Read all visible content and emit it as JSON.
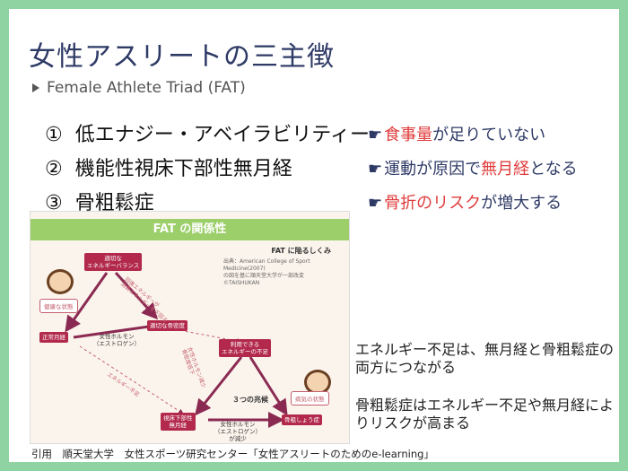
{
  "title": "女性アスリートの三主徴",
  "subtitle": "Female Athlete Triad (FAT)",
  "items": [
    {
      "num": "①",
      "text": "低エナジー・アベイラビリティー"
    },
    {
      "num": "②",
      "text": "機能性視床下部性無月経"
    },
    {
      "num": "③",
      "text": "骨粗鬆症"
    }
  ],
  "notes": [
    {
      "hand": "☛",
      "red": "食事量",
      "rest": "が足りていない"
    },
    {
      "hand": "☛",
      "pre": "運動が原因で",
      "red": "無月経",
      "rest": "となる"
    },
    {
      "hand": "☛",
      "red": "骨折のリスク",
      "rest": "が増大する"
    }
  ],
  "figure": {
    "header": "FAT の関係性",
    "subheader": "FAT に陥るしくみ",
    "credit1": "出典：American College of Sport Medicine(2007)",
    "credit2": "の図を基に順天堂大学が一部改変",
    "credit3": "©TAISHUKAN",
    "box_top": "適切な\nエネルギーバランス",
    "box_left": "正常月経",
    "box_mid": "適切な骨密度",
    "box_right_top": "利用できる\nエネルギーの不足",
    "box_bottom_left": "視床下部性\n無月経",
    "box_bottom_right": "骨粗しょう症",
    "healthy_tag": "健康な状態",
    "sick_tag": "病気の状態",
    "hormone1": "女性ホルモン\n（エストロゲン）",
    "hormone2": "女性ホルモン\n（エストロゲン）\nが減少",
    "three_signs": "３つの兆候",
    "diag1": "回復エネルギーが\n消費エネルギーを下回る",
    "diag2": "エネルギー不足",
    "diag3": "女性ホルモン減少\n骨密度低下"
  },
  "side_text1": "エネルギー不足は、無月経と骨粗鬆症の両方につながる",
  "side_text2": "骨粗鬆症はエネルギー不足や無月経によりリスクが高まる",
  "citation": "引用　順天堂大学　女性スポーツ研究センター「女性アスリートのためのe-learning」"
}
